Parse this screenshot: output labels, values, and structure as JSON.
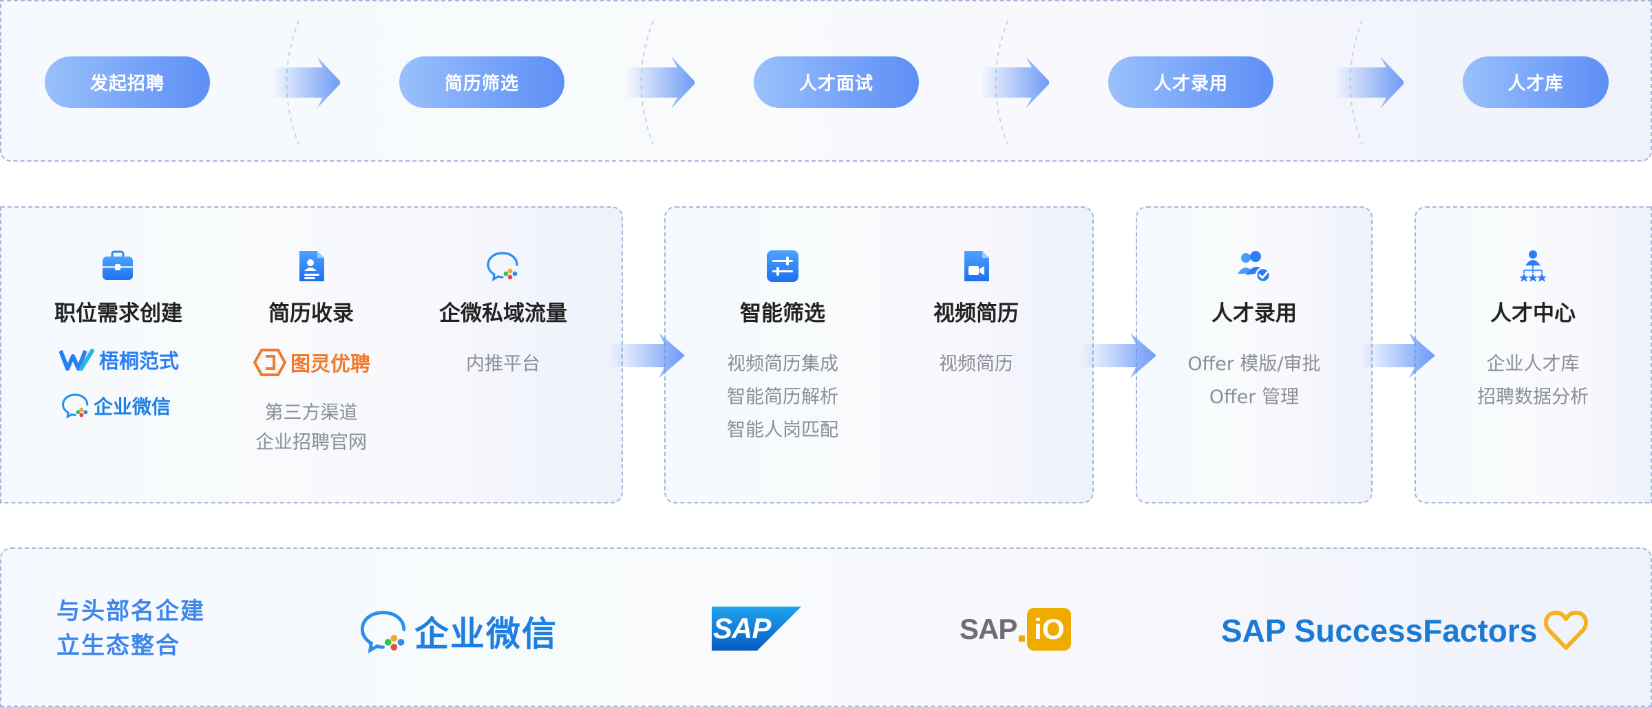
{
  "flow": {
    "steps": [
      "发起招聘",
      "简历筛选",
      "人才面试",
      "人才录用",
      "人才库"
    ]
  },
  "cards": {
    "sourcing": {
      "items": [
        {
          "icon": "briefcase-icon",
          "title": "职位需求创建"
        },
        {
          "icon": "resume-document-icon",
          "title": "简历收录"
        },
        {
          "icon": "wecom-chat-icon",
          "title": "企微私域流量"
        }
      ],
      "logos": {
        "wutong": "梧桐范式",
        "wecom": "企业微信",
        "turing": "图灵优聘"
      },
      "resume_channels": [
        "第三方渠道",
        "企业招聘官网"
      ],
      "wecom_traffic": [
        "内推平台"
      ]
    },
    "screening": {
      "items": [
        {
          "icon": "sliders-icon",
          "title": "智能筛选"
        },
        {
          "icon": "video-file-icon",
          "title": "视频简历"
        }
      ],
      "smart_lines": [
        "视频简历集成",
        "智能简历解析",
        "智能人岗匹配"
      ],
      "video_lines": [
        "视频简历"
      ]
    },
    "hiring": {
      "icon": "users-check-icon",
      "title": "人才录用",
      "lines": [
        "Offer 模版/审批",
        "Offer 管理"
      ]
    },
    "talent_center": {
      "icon": "talent-network-icon",
      "title": "人才中心",
      "lines": [
        "企业人才库",
        "招聘数据分析"
      ]
    }
  },
  "partners": {
    "heading": [
      "与头部名企建",
      "立生态整合"
    ],
    "wecom": "企业微信",
    "sap": "SAP",
    "sapio": {
      "left": "SAP",
      "right": "iO"
    },
    "successfactors": "SAP SuccessFactors"
  },
  "colors": {
    "accent": "#5a8ff6",
    "pill_light": "#9ac1fb",
    "heading_blue": "#3f86ea",
    "sap_blue": "#1a7ad4",
    "sf_gold": "#f4b223",
    "turing_orange": "#f2792b"
  }
}
